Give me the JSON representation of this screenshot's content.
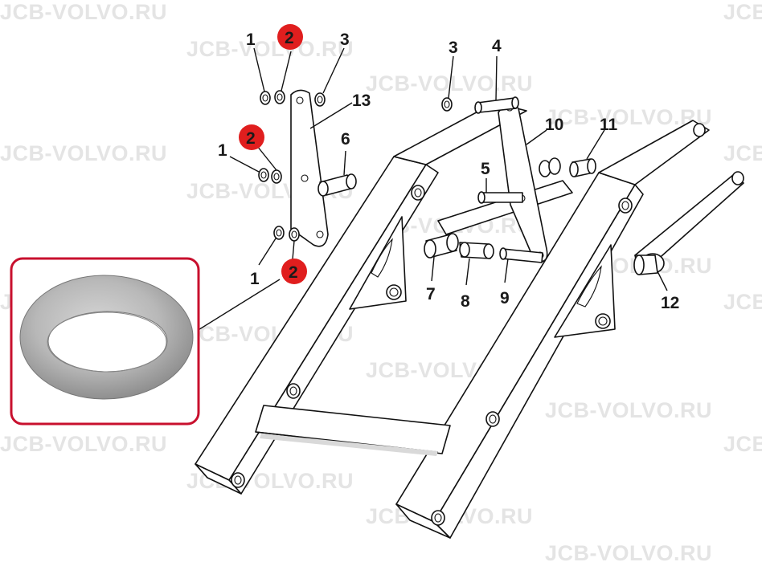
{
  "watermark": "JCB-VOLVO.RU",
  "highlight_color": "#e01e1e",
  "callout_border_color": "#c8102e",
  "labels": {
    "l1_top": "1",
    "l2_top": "2",
    "l3_top": "3",
    "l13": "13",
    "l2_mid": "2",
    "l1_mid": "1",
    "l6": "6",
    "l1_low": "1",
    "l2_low": "2",
    "l3_right": "3",
    "l4": "4",
    "l10": "10",
    "l11": "11",
    "l5": "5",
    "l7": "7",
    "l8": "8",
    "l9": "9",
    "l12": "12"
  },
  "callout": {
    "part_number": "2",
    "description_icon": "thrust-washer-icon"
  }
}
